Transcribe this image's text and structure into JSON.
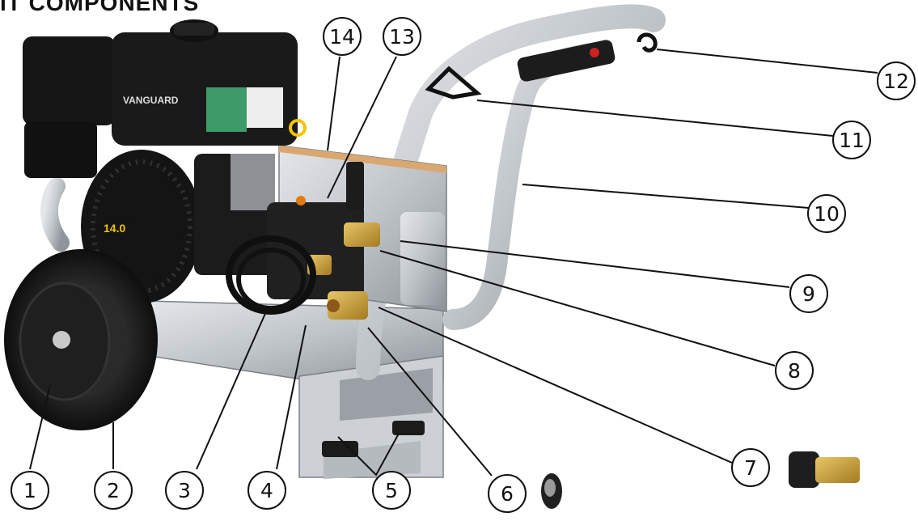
{
  "heading": "IT COMPONENTS",
  "colors": {
    "line": "#111111",
    "engine_black": "#161616",
    "aluminum": "#bfc4c8",
    "aluminum_dark": "#8e949a",
    "brass": "#c9a13a",
    "tire": "#1a1a1a",
    "label_green": "#3f9a6a",
    "decal_yellow": "#f2c500"
  },
  "engine": {
    "brand": "VANGUARD",
    "rating": "14.0"
  },
  "callouts": [
    {
      "id": "callout-1",
      "label": "1"
    },
    {
      "id": "callout-2",
      "label": "2"
    },
    {
      "id": "callout-3",
      "label": "3"
    },
    {
      "id": "callout-4",
      "label": "4"
    },
    {
      "id": "callout-5",
      "label": "5"
    },
    {
      "id": "callout-6",
      "label": "6"
    },
    {
      "id": "callout-7",
      "label": "7"
    },
    {
      "id": "callout-8",
      "label": "8"
    },
    {
      "id": "callout-9",
      "label": "9"
    },
    {
      "id": "callout-10",
      "label": "10"
    },
    {
      "id": "callout-11",
      "label": "11"
    },
    {
      "id": "callout-12",
      "label": "12"
    },
    {
      "id": "callout-13",
      "label": "13"
    },
    {
      "id": "callout-14",
      "label": "14"
    }
  ]
}
